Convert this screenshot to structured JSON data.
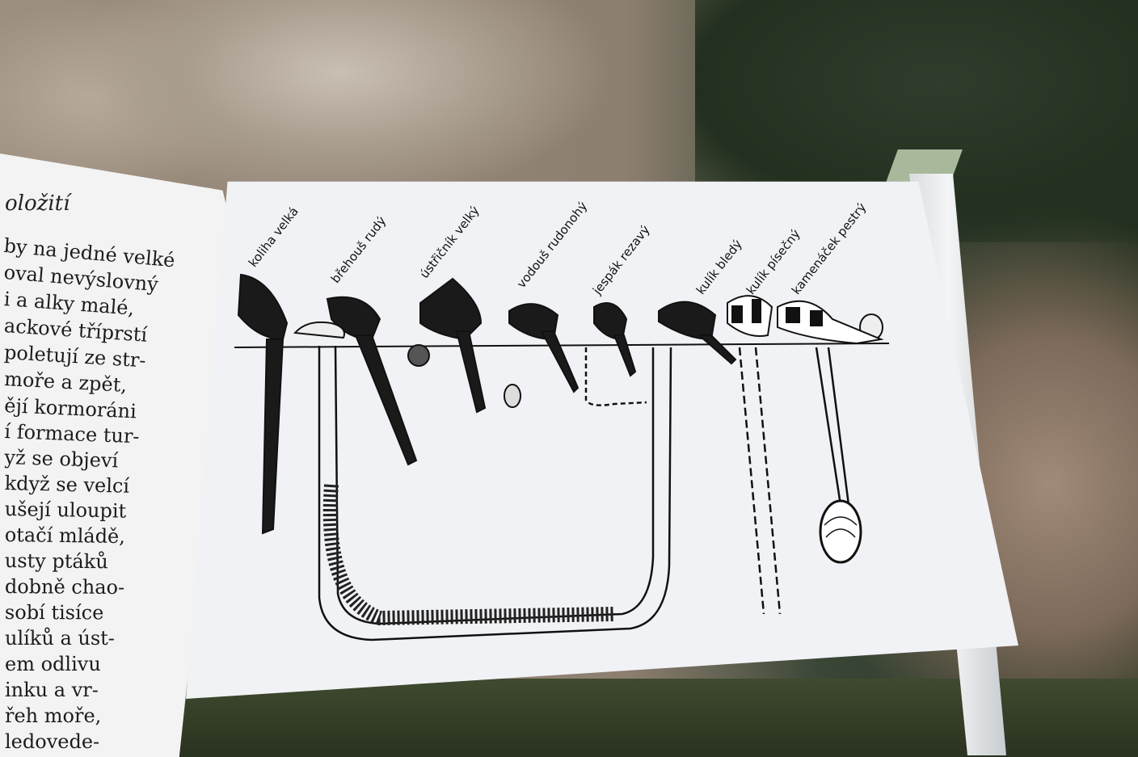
{
  "left_page": {
    "heading": "oložití",
    "lines": [
      "by na jedné velké",
      "oval nevýslovný",
      "i a alky malé,",
      "ackové tříprstí",
      "poletují ze str-",
      "moře a zpět,",
      "ějí kormoráni",
      "í formace tur-",
      "yž se objeví",
      "když se velcí",
      "ušejí uloupit",
      "otačí mládě,",
      "usty ptáků",
      "dobně chao-",
      "sobí tisíce",
      "ulíků a úst-",
      "em odlivu",
      "inku a vr-",
      "řeh moře,",
      "ledovede-"
    ]
  },
  "illustration": {
    "labels": [
      "koliha velká",
      "břehouš rudý",
      "ústřičník velký",
      "vodouš rudonohý",
      "jespák rezavý",
      "kulík bledý",
      "kulík písečný",
      "kamenáček pestrý"
    ]
  },
  "colors": {
    "page": "#f1f2f5",
    "ink": "#111111",
    "rock": "#9d8f80",
    "background_dark": "#23301f"
  }
}
